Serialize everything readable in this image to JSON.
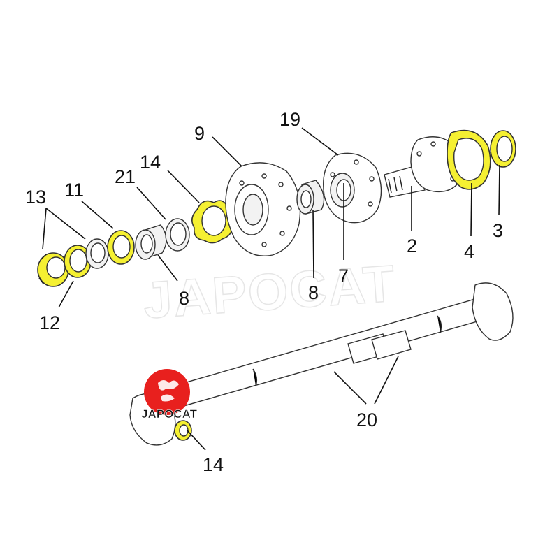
{
  "watermark": "JAPOCAT",
  "logo": {
    "text": "JAPOCAT",
    "color": "#e8201e"
  },
  "colors": {
    "highlight": "#f5f032",
    "line": "#111111"
  },
  "callouts": {
    "c13": "13",
    "c11": "11",
    "c21": "21",
    "c14_top": "14",
    "c9": "9",
    "c19": "19",
    "c12": "12",
    "c8_left": "8",
    "c8_mid": "8",
    "c7": "7",
    "c2": "2",
    "c4": "4",
    "c3": "3",
    "c20": "20",
    "c14_bottom": "14"
  }
}
